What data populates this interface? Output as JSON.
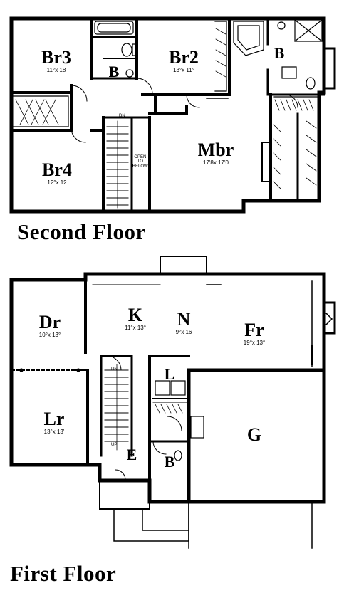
{
  "floors": {
    "second": {
      "title": "Second Floor",
      "rooms": {
        "br3": {
          "name": "Br3",
          "dim": "11°x 18"
        },
        "br2": {
          "name": "Br2",
          "dim": "13°x 11°"
        },
        "bath_small": {
          "name": "B"
        },
        "bath_master": {
          "name": "B"
        },
        "br4": {
          "name": "Br4",
          "dim": "12°x 12"
        },
        "mbr": {
          "name": "Mbr",
          "dim": "17'8x 17'0"
        }
      },
      "notes": {
        "stair_dn": "DN",
        "open_below": "OPEN\nTO\nBELOW"
      }
    },
    "first": {
      "title": "First Floor",
      "rooms": {
        "dr": {
          "name": "Dr",
          "dim": "10°x 13°"
        },
        "k": {
          "name": "K",
          "dim": "11°x 13°"
        },
        "n": {
          "name": "N",
          "dim": "9°x 16"
        },
        "fr": {
          "name": "Fr",
          "dim": "19°x 13°"
        },
        "lr": {
          "name": "Lr",
          "dim": "13°x 13'"
        },
        "l": {
          "name": "L"
        },
        "e": {
          "name": "E"
        },
        "b": {
          "name": "B"
        },
        "g": {
          "name": "G"
        }
      },
      "notes": {
        "stair_dn": "DN",
        "stair_up": "UP"
      }
    }
  },
  "colors": {
    "ink": "#000000",
    "paper": "#ffffff"
  }
}
